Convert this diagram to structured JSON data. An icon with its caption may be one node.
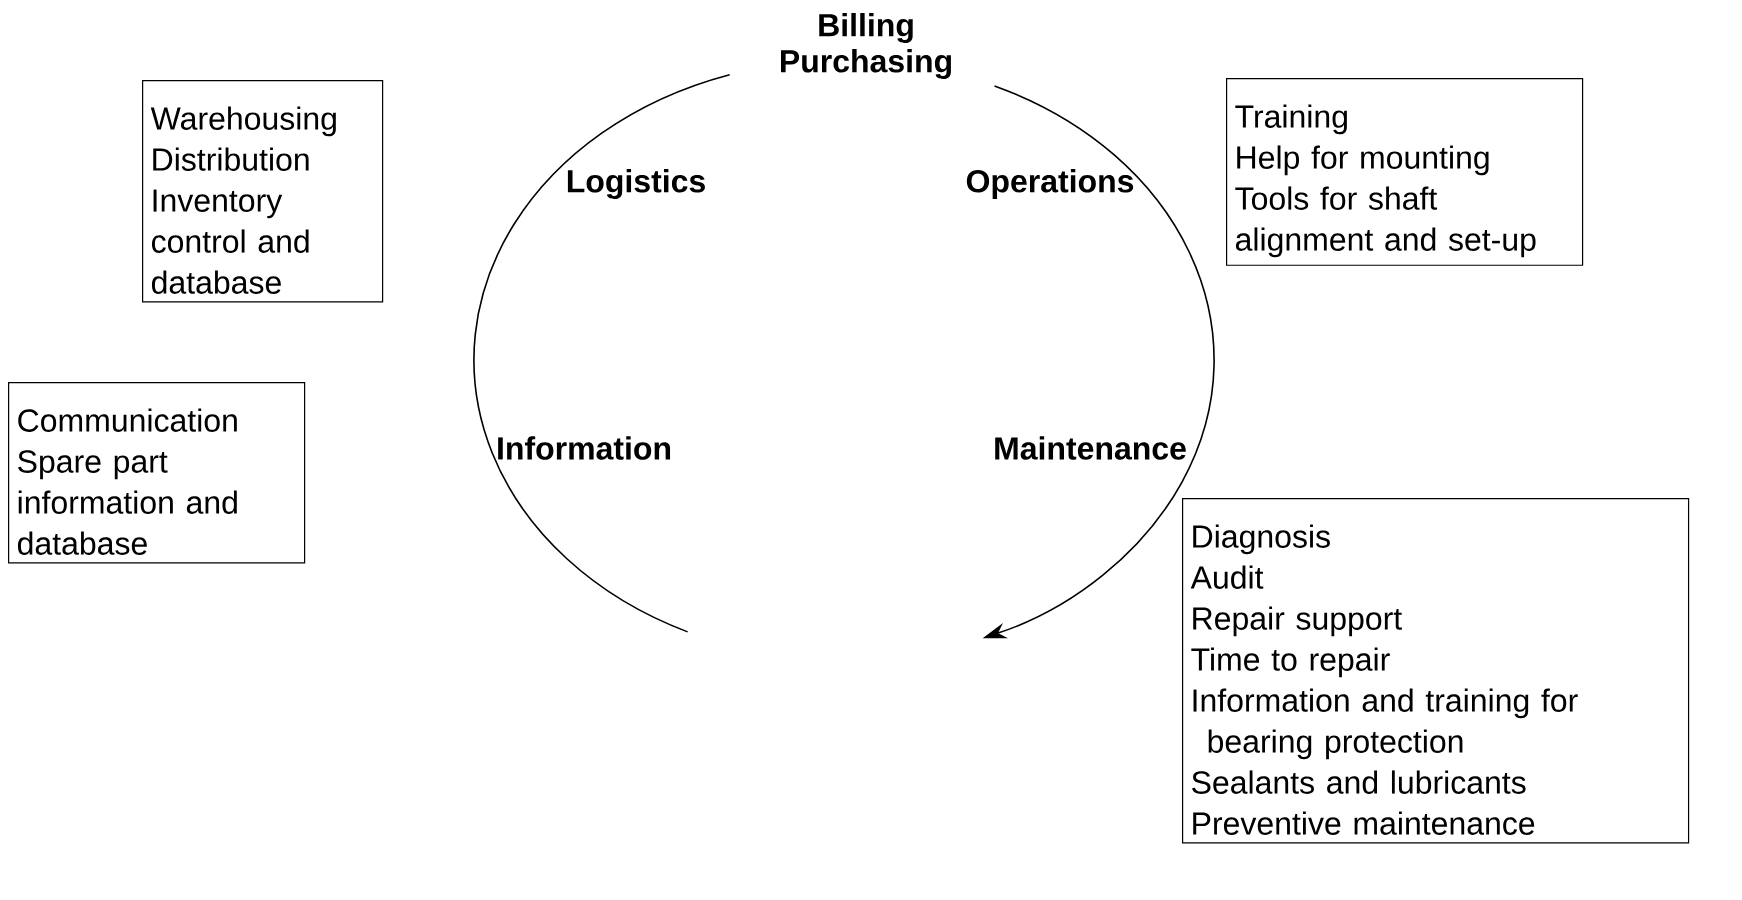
{
  "diagram": {
    "nodes": [
      {
        "text": [
          "Warehousing",
          "Distribution",
          "Inventory control and database"
        ]
      },
      {
        "text": [
          "Training",
          "Help for mounting",
          "Tools for shaft alignment and set-up"
        ]
      },
      {
        "text": [
          "Communication",
          "Spare part information and database"
        ]
      },
      {
        "text": [
          "Diagnosis",
          "Audit",
          "Repair support",
          "Time to repair",
          "Information and training for bearing protection",
          "Sealants and lubricants",
          "Preventive maintenance"
        ]
      }
    ],
    "labels": [
      "Billing",
      "Purchasing",
      "Logistics",
      "Operations",
      "Information",
      "Maintenance"
    ]
  }
}
